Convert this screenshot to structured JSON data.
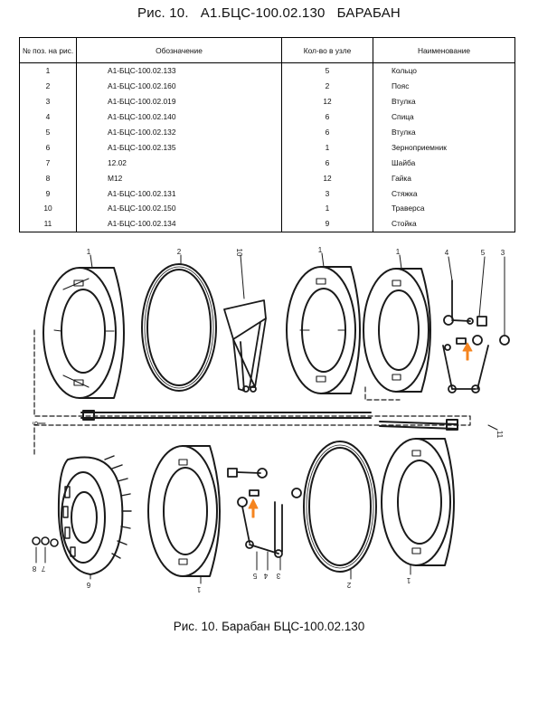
{
  "title": "Рис. 10.   А1.БЦС-100.02.130   БАРАБАН",
  "table": {
    "headers": {
      "num": "№ поз. на рис.",
      "designation": "Обозначение",
      "qty": "Кол-во в узле",
      "name": "Наименование"
    },
    "rows": [
      {
        "num": "1",
        "designation": "А1-БЦС-100.02.133",
        "qty": "5",
        "name": "Кольцо"
      },
      {
        "num": "2",
        "designation": "А1-БЦС-100.02.160",
        "qty": "2",
        "name": "Пояс"
      },
      {
        "num": "3",
        "designation": "А1-БЦС-100.02.019",
        "qty": "12",
        "name": "Втулка"
      },
      {
        "num": "4",
        "designation": "А1-БЦС-100.02.140",
        "qty": "6",
        "name": "Спица"
      },
      {
        "num": "5",
        "designation": "А1-БЦС-100.02.132",
        "qty": "6",
        "name": "Втулка"
      },
      {
        "num": "6",
        "designation": "А1-БЦС-100.02.135",
        "qty": "1",
        "name": "Зерноприемник"
      },
      {
        "num": "7",
        "designation": "12.02",
        "qty": "6",
        "name": "Шайба"
      },
      {
        "num": "8",
        "designation": "М12",
        "qty": "12",
        "name": "Гайка"
      },
      {
        "num": "9",
        "designation": "А1-БЦС-100.02.131",
        "qty": "3",
        "name": "Стяжка"
      },
      {
        "num": "10",
        "designation": "А1-БЦС-100.02.150",
        "qty": "1",
        "name": "Траверса"
      },
      {
        "num": "11",
        "designation": "А1-БЦС-100.02.134",
        "qty": "9",
        "name": "Стойка"
      }
    ]
  },
  "drawing": {
    "callouts": [
      "1",
      "2",
      "10",
      "1",
      "1",
      "4",
      "5",
      "3",
      "9",
      "11",
      "8",
      "7",
      "6",
      "1",
      "5",
      "4",
      "3",
      "2",
      "1"
    ],
    "arrow_color": "#f5841f"
  },
  "caption": "Рис. 10. Барабан БЦС-100.02.130"
}
